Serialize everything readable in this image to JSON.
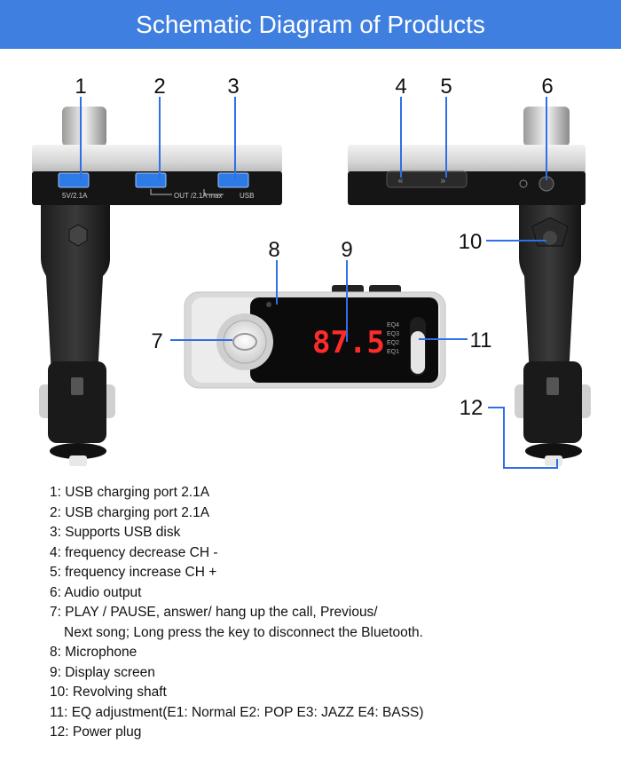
{
  "header": {
    "title": "Schematic Diagram of Products"
  },
  "diagram": {
    "callout_numbers": [
      "1",
      "2",
      "3",
      "4",
      "5",
      "6",
      "7",
      "8",
      "9",
      "10",
      "11",
      "12"
    ],
    "port_labels": {
      "port1": "5V/2.1A",
      "out": "OUT /2.1A max",
      "usb": "USB"
    },
    "display_value": "87.5",
    "eq_labels": [
      "EQ4",
      "EQ3",
      "EQ2",
      "EQ1"
    ],
    "colors": {
      "banner": "#3f7fe0",
      "callout": "#2f6fe8",
      "lcd": "#ff2b2b"
    }
  },
  "legend": [
    {
      "text": "1: USB charging port 2.1A"
    },
    {
      "text": "2: USB charging port 2.1A"
    },
    {
      "text": "3: Supports USB disk"
    },
    {
      "text": "4: frequency decrease CH -"
    },
    {
      "text": "5: frequency increase CH +"
    },
    {
      "text": "6: Audio output"
    },
    {
      "text": "7: PLAY / PAUSE, answer/ hang up the call, Previous/",
      "cont": "Next song; Long press the key to disconnect the Bluetooth."
    },
    {
      "text": "8: Microphone"
    },
    {
      "text": "9: Display screen"
    },
    {
      "text": "10: Revolving shaft"
    },
    {
      "text": "11: EQ adjustment(E1: Normal  E2: POP  E3: JAZZ  E4: BASS)"
    },
    {
      "text": "12: Power plug"
    }
  ]
}
